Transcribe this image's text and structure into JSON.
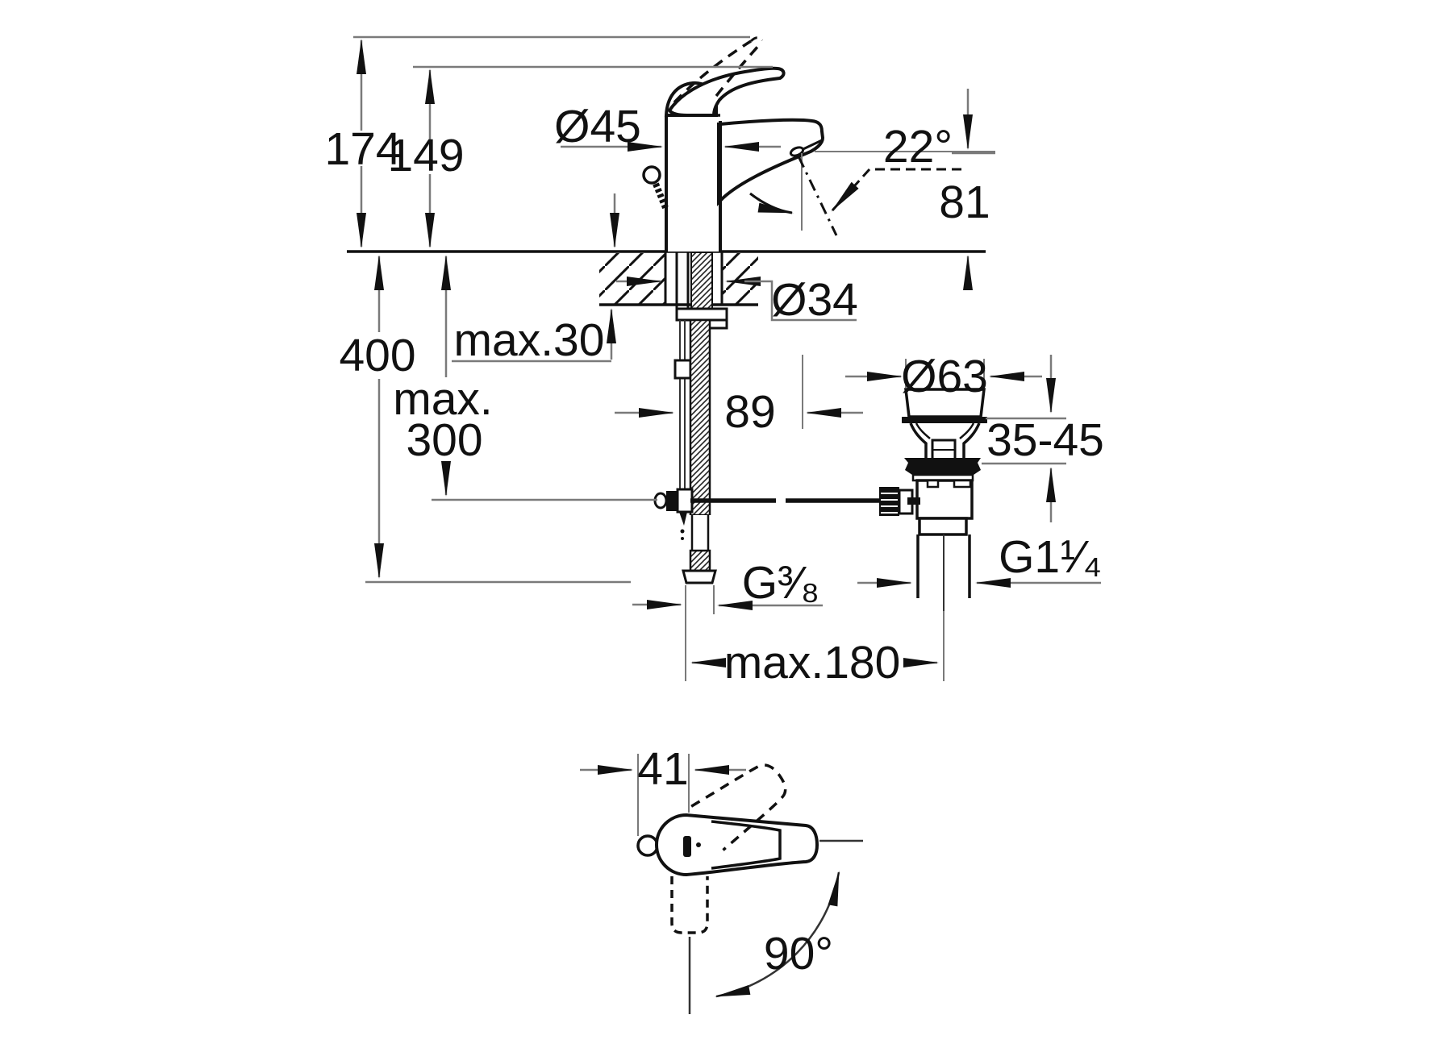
{
  "drawing": {
    "type": "technical-dimension-drawing",
    "subject": "single-lever basin mixer with pop-up waste, front installation view and top view",
    "colors": {
      "background": "#ffffff",
      "object_line": "#111111",
      "dimension_line": "#7a7a7a",
      "text": "#111111"
    },
    "front": {
      "overall_height": "174",
      "spout_height": "149",
      "base_diameter": "Ø45",
      "spout_angle": "22°",
      "outlet_height": "81",
      "below_deck_length": "400",
      "deck_max_thickness": "max.30",
      "hole_diameter": "Ø34",
      "pull_rod_max_line1": "max.",
      "pull_rod_max_line2": "300",
      "outlet_offset": "89",
      "waste_flange_diameter": "Ø63",
      "basin_clamp_range": "35-45",
      "supply_thread": "G³⁄₈",
      "waste_thread": "G1¹⁄₄",
      "waste_reach": "max.180"
    },
    "top": {
      "handle_width": "41",
      "handle_swivel_angle": "90°"
    }
  }
}
